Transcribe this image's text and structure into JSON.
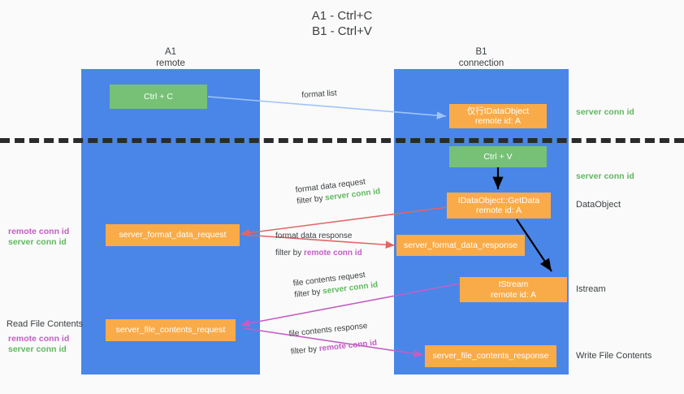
{
  "title": "A1 - Ctrl+C\nB1 - Ctrl+V",
  "lanes": [
    {
      "name": "A1\nremote"
    },
    {
      "name": "B1\nconnection"
    }
  ],
  "boxes": {
    "ctrl_c": "Ctrl + C",
    "ctrl_v": "Ctrl + V",
    "idataobject": "仅行IDataObject\nremote id: A",
    "getdata": "IDataObject::GetData\nremote id: A",
    "istream": "IStream\nremote id: A",
    "server_format_data_request": "server_format_data_request",
    "server_format_data_response": "server_format_data_response",
    "server_file_contents_request": "server_file_contents_request",
    "server_file_contents_response": "server_file_contents_response"
  },
  "arrow_labels": {
    "format_list": "format list",
    "format_data_request": "format data request",
    "format_data_request_filter_pre": "filter by ",
    "format_data_request_filter_key": "server conn id",
    "format_data_response": "format data response",
    "format_data_response_filter_pre": "filter by ",
    "format_data_response_filter_key": "remote conn id",
    "file_contents_request": "file contents request",
    "file_contents_request_filter_pre": "filter by ",
    "file_contents_request_filter_key": "server conn id",
    "file_contents_response": "file contents response",
    "file_contents_response_filter_pre": "filter by ",
    "file_contents_response_filter_key": "remote conn id"
  },
  "right_captions": {
    "server_conn_id_top": "server conn id",
    "server_conn_id_second": "server conn id",
    "dataobject": "DataObject",
    "istream": "Istream",
    "write_file_contents": "Write File Contents"
  },
  "left_captions": {
    "remote_conn_id_upper": "remote conn id",
    "server_conn_id_upper": "server conn id",
    "read_file_contents": "Read File Contents",
    "remote_conn_id_lower": "remote conn id",
    "server_conn_id_lower": "server conn id"
  },
  "colors": {
    "lane": "#4a86e8",
    "green_box": "#76c176",
    "orange_box": "#f9ab49",
    "arrow_blue": "#9fc5f8",
    "arrow_red": "#e06666",
    "arrow_magenta": "#c45ec4",
    "arrow_black": "#000000",
    "conn_green": "#5fb85f",
    "conn_purple": "#c45ec4",
    "divider": "#2b2b2b",
    "background": "#fafafa"
  }
}
